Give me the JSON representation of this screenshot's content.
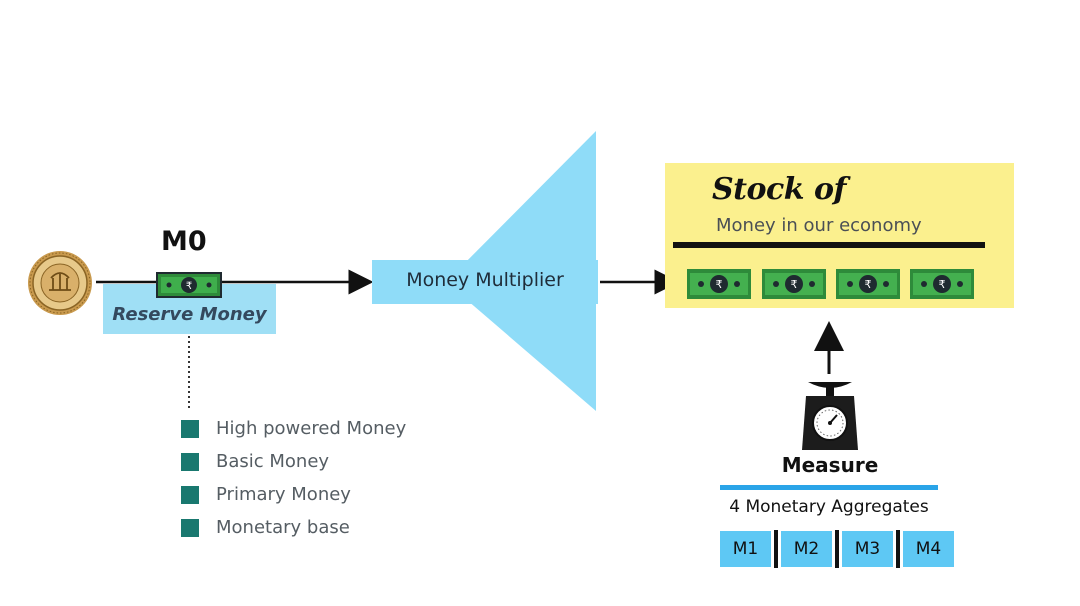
{
  "m0": {
    "label": "M0",
    "box_label": "Reserve Money"
  },
  "synonyms": [
    "High powered Money",
    "Basic Money",
    "Primary Money",
    "Monetary base"
  ],
  "multiplier": {
    "label": "Money Multiplier"
  },
  "stock": {
    "title": "Stock of",
    "subtitle": "Money in our economy"
  },
  "measure": {
    "label": "Measure",
    "aggregates_label": "4 Monetary Aggregates",
    "aggregates": [
      "M1",
      "M2",
      "M3",
      "M4"
    ]
  },
  "colors": {
    "light_blue": "#9fdff5",
    "funnel_blue": "#8fdcf8",
    "aggregate_blue": "#5ec8f4",
    "accent_blue": "#2aa4e8",
    "stock_yellow": "#fbf08e",
    "bullet_teal": "#19786f",
    "note_green": "#2e8b3a"
  },
  "icons": {
    "seal": "rbi-seal-icon",
    "note": "rupee-note-icon",
    "scale": "weighing-scale-icon"
  }
}
